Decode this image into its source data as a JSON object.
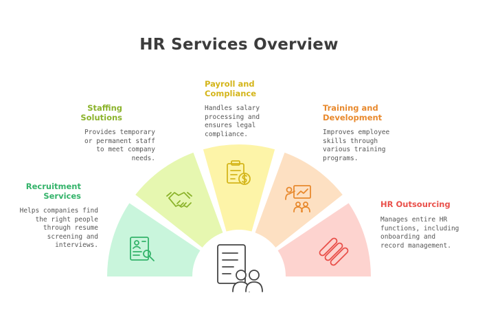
{
  "title": "HR Services Overview",
  "colors": {
    "recruitment_fill": "#c9f5dc",
    "recruitment_text": "#34b36a",
    "staffing_fill": "#e6f7b0",
    "staffing_text": "#8bb32b",
    "payroll_fill": "#fdf4a8",
    "payroll_text": "#d4b51a",
    "training_fill": "#fde0c2",
    "training_text": "#e8892d",
    "outsourcing_fill": "#fdd3cf",
    "outsourcing_text": "#e9504a"
  },
  "services": [
    {
      "id": "recruitment",
      "name_lines": [
        "Recruitment",
        "Services"
      ],
      "description_lines": [
        "Helps companies find",
        "the right people",
        "through resume",
        "screening and",
        "interviews."
      ],
      "icon": "resume-search-icon"
    },
    {
      "id": "staffing",
      "name_lines": [
        "Staffing",
        "Solutions"
      ],
      "description_lines": [
        "Provides temporary",
        "or permanent staff",
        "to meet company",
        "needs."
      ],
      "icon": "handshake-icon"
    },
    {
      "id": "payroll",
      "name_lines": [
        "Payroll and",
        "Compliance"
      ],
      "description_lines": [
        "Handles salary",
        "processing and",
        "ensures legal",
        "compliance."
      ],
      "icon": "clipboard-dollar-icon"
    },
    {
      "id": "training",
      "name_lines": [
        "Training and",
        "Development"
      ],
      "description_lines": [
        "Improves employee",
        "skills through",
        "various training",
        "programs."
      ],
      "icon": "presentation-icon"
    },
    {
      "id": "outsourcing",
      "name_lines": [
        "HR Outsourcing"
      ],
      "description_lines": [
        "Manages entire HR",
        "functions, including",
        "onboarding and",
        "record management."
      ],
      "icon": "stacked-bars-icon"
    }
  ],
  "center_icon": "document-people-icon"
}
